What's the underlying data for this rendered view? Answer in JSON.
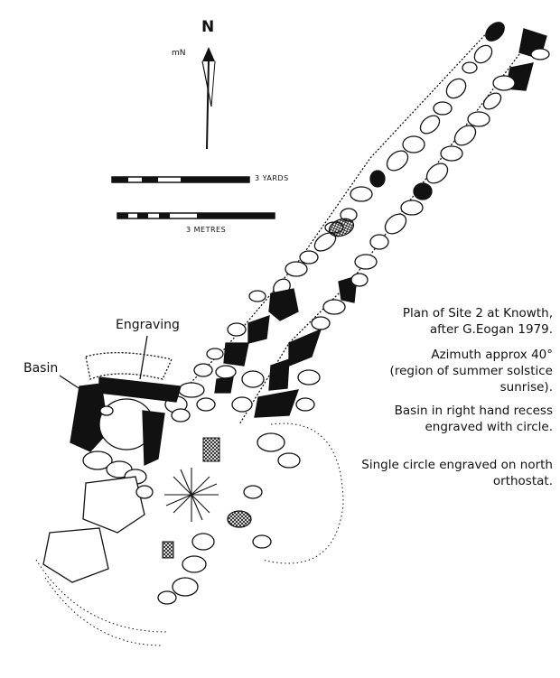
{
  "compass": {
    "north_label": "N",
    "magnetic_label": "mN"
  },
  "scale_bars": {
    "yards_label": "3 YARDS",
    "metres_label": "3 METRES"
  },
  "labels": {
    "engraving": "Engraving",
    "basin": "Basin"
  },
  "caption": {
    "line1": "Plan of Site 2 at Knowth,",
    "line2": "after G.Eogan 1979.",
    "line3": "Azimuth approx 40°",
    "line4": "(region of summer solstice sunrise).",
    "line5": "Basin in right hand recess",
    "line6": "engraved with circle.",
    "line7": "Single circle engraved on north",
    "line8": "orthostat."
  },
  "colors": {
    "ink": "#111111",
    "stone_fill": "#ffffff",
    "background": "#ffffff"
  }
}
